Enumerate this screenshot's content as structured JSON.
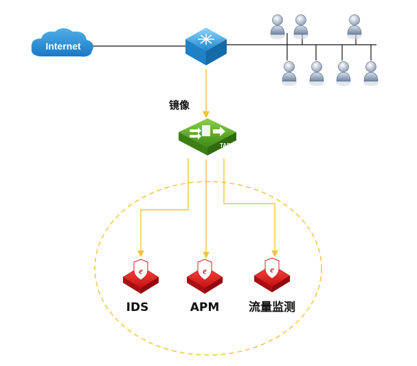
{
  "diagram": {
    "internet_label": "Internet",
    "mirror_label": "镜像",
    "tap_label": "TAP",
    "devices": [
      {
        "label": "IDS",
        "icon": "security-appliance-icon"
      },
      {
        "label": "APM",
        "icon": "security-appliance-icon"
      },
      {
        "label": "流量监测",
        "icon": "security-appliance-icon"
      }
    ],
    "colors": {
      "cloud": "#2b8fd6",
      "switch": "#3aa7e4",
      "tap": "#4e9a1e",
      "appliance": "#d8191d",
      "arrow": "#f3c33a",
      "dashed_ellipse": "#f3c33a"
    }
  }
}
